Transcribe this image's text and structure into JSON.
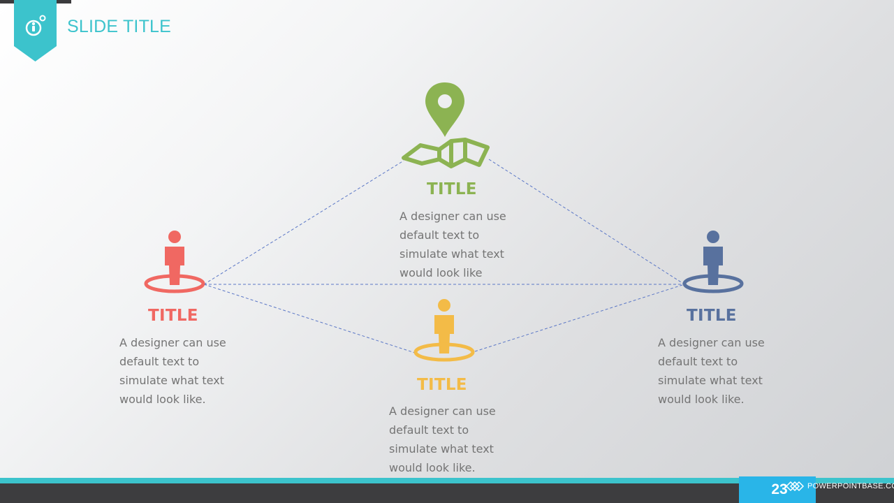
{
  "header": {
    "slide_title": "SLIDE TITLE"
  },
  "items": [
    {
      "title": "TITLE",
      "description": "A designer can use default text to simulate what text would look like",
      "color": "#8cb352",
      "icon": "map-pin-icon"
    },
    {
      "title": "TITLE",
      "description": "A designer can use default text to simulate what text would look like.",
      "color": "#f06862",
      "icon": "person-location-icon"
    },
    {
      "title": "TITLE",
      "description": "A designer can use default text to simulate what text would look like.",
      "color": "#f3bb47",
      "icon": "person-location-icon"
    },
    {
      "title": "TITLE",
      "description": "A designer can use default text to simulate what text would look like.",
      "color": "#58719e",
      "icon": "person-location-icon"
    }
  ],
  "footer": {
    "page_number": "23",
    "brand": "POWERPOINTBASE.COM"
  },
  "colors": {
    "accent": "#3cc3cc",
    "page_box": "#29b5e8",
    "dark_bar": "#3d3d3f",
    "connector": "#5b77c6",
    "text": "#747474"
  }
}
